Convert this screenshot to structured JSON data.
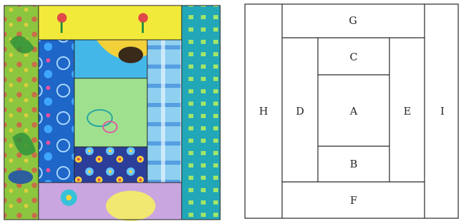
{
  "quilt_photo": {
    "description_colors": {
      "strip_left": "#8cc63f",
      "strip_top": "#f2ea3a",
      "strip_right": "#22a7b8",
      "strip_bottom": "#c9a6e0",
      "panel_blue": "#1e66c8",
      "panel_plaid": "#6fb7e8",
      "center_green": "#9fe08f",
      "top_center_print": "#43b8e8",
      "bottom_flower_print": "#2b3f9a"
    }
  },
  "diagram": {
    "labels": {
      "A": "A",
      "B": "B",
      "C": "C",
      "D": "D",
      "E": "E",
      "F": "F",
      "G": "G",
      "H": "H",
      "I": "I"
    },
    "stroke_color": "#222222"
  }
}
